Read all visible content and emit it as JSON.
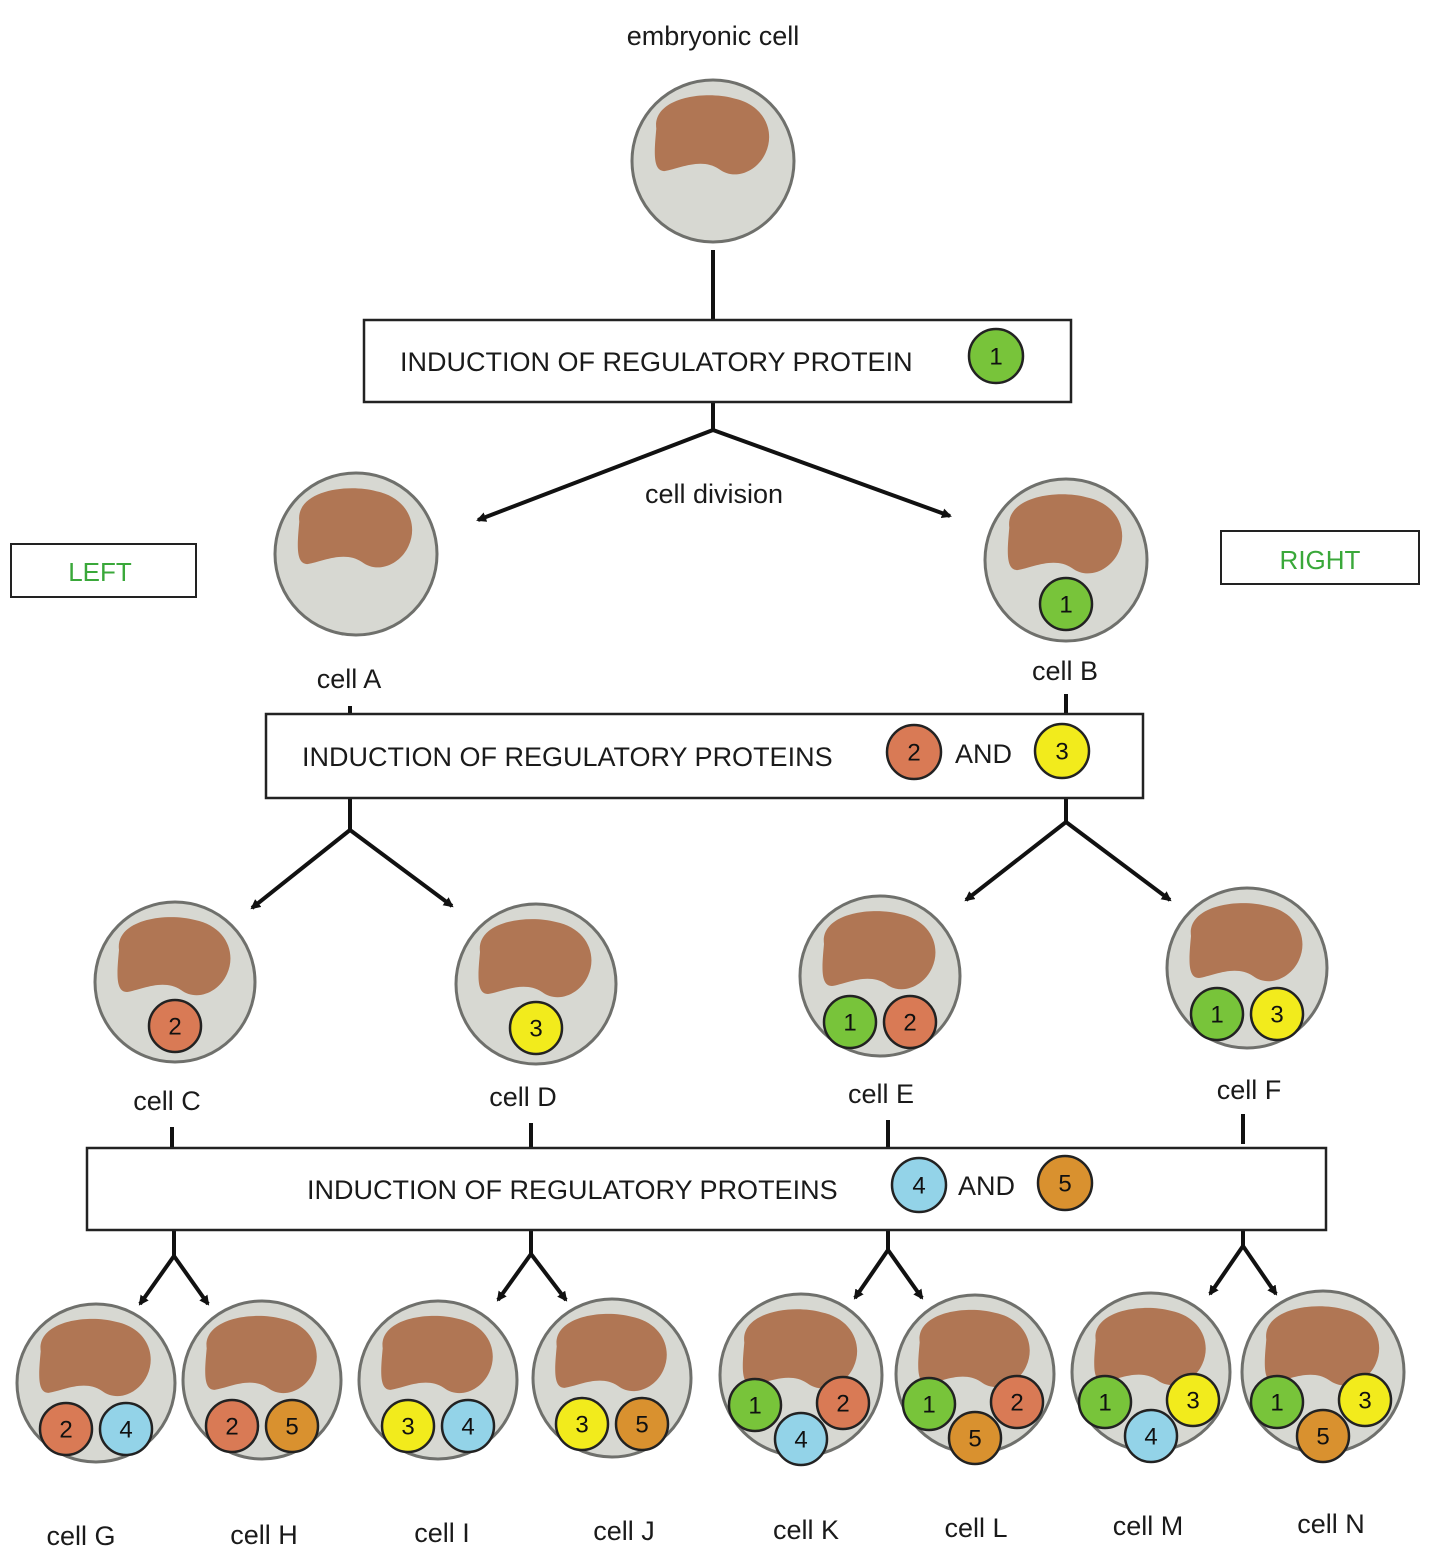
{
  "colors": {
    "protein_1": "#78c43a",
    "protein_2": "#d97a55",
    "protein_3": "#f2eb1c",
    "protein_4": "#93d3e8",
    "protein_5": "#d9912f",
    "cell": "#d7d8d2",
    "nucleus": "#b07654",
    "side_label": "#3aa83a"
  },
  "top_label": "embryonic cell",
  "division_label": "cell division",
  "side_labels": {
    "left": "LEFT",
    "right": "RIGHT"
  },
  "boxes": [
    {
      "text": "INDUCTION OF REGULATORY PROTEIN",
      "proteins": [
        "1"
      ],
      "joiner": ""
    },
    {
      "text": "INDUCTION OF REGULATORY PROTEINS",
      "proteins": [
        "2",
        "3"
      ],
      "joiner": "AND"
    },
    {
      "text": "INDUCTION OF REGULATORY PROTEINS",
      "proteins": [
        "4",
        "5"
      ],
      "joiner": "AND"
    }
  ],
  "cells": [
    {
      "id": "embryo",
      "label": "",
      "proteins": []
    },
    {
      "id": "A",
      "label": "cell A",
      "proteins": []
    },
    {
      "id": "B",
      "label": "cell B",
      "proteins": [
        "1"
      ]
    },
    {
      "id": "C",
      "label": "cell C",
      "proteins": [
        "2"
      ]
    },
    {
      "id": "D",
      "label": "cell D",
      "proteins": [
        "3"
      ]
    },
    {
      "id": "E",
      "label": "cell E",
      "proteins": [
        "1",
        "2"
      ]
    },
    {
      "id": "F",
      "label": "cell F",
      "proteins": [
        "1",
        "3"
      ]
    },
    {
      "id": "G",
      "label": "cell G",
      "proteins": [
        "2",
        "4"
      ]
    },
    {
      "id": "H",
      "label": "cell H",
      "proteins": [
        "2",
        "5"
      ]
    },
    {
      "id": "I",
      "label": "cell I",
      "proteins": [
        "3",
        "4"
      ]
    },
    {
      "id": "J",
      "label": "cell J",
      "proteins": [
        "3",
        "5"
      ]
    },
    {
      "id": "K",
      "label": "cell K",
      "proteins": [
        "1",
        "2",
        "4"
      ]
    },
    {
      "id": "L",
      "label": "cell L",
      "proteins": [
        "1",
        "2",
        "5"
      ]
    },
    {
      "id": "M",
      "label": "cell M",
      "proteins": [
        "1",
        "3",
        "4"
      ]
    },
    {
      "id": "N",
      "label": "cell N",
      "proteins": [
        "1",
        "3",
        "5"
      ]
    }
  ]
}
